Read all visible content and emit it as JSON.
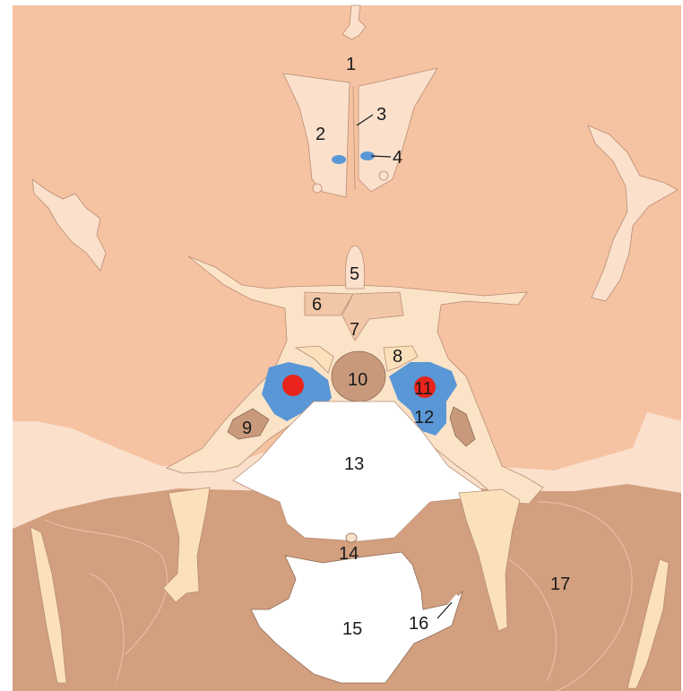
{
  "labels": {
    "l1": "1",
    "l2": "2",
    "l3": "3",
    "l4": "4",
    "l5": "5",
    "l6": "6",
    "l7": "7",
    "l8": "8",
    "l9": "9",
    "l10": "10",
    "l11": "11",
    "l12": "12",
    "l13": "13",
    "l14": "14",
    "l15": "15",
    "l16": "16",
    "l17": "17"
  },
  "colors": {
    "brain": "#f6c3a2",
    "brain_light": "#fbe0cc",
    "bone": "#fbe3c8",
    "muscle": "#d29f7f",
    "sinus_blue": "#5a97d6",
    "artery_red": "#e8241c",
    "cartilage": "#fbe1bb",
    "air": "#ffffff"
  }
}
